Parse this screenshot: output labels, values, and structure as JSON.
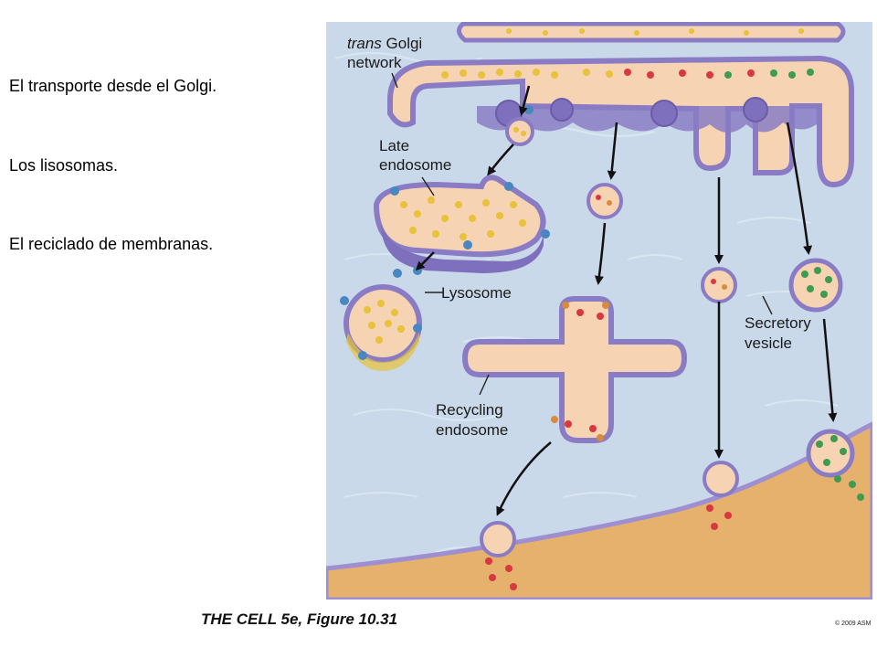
{
  "slide": {
    "bullets": [
      "El transporte desde el Golgi.",
      "Los lisosomas.",
      "El reciclado de membranas."
    ]
  },
  "figure": {
    "labels": {
      "tgn_italic": "trans",
      "tgn_line1_rest": " Golgi",
      "tgn_line2": "network",
      "late_line1": "Late",
      "late_line2": "endosome",
      "lysosome": "Lysosome",
      "secretory_line1": "Secretory",
      "secretory_line2": "vesicle",
      "recycling_line1": "Recycling",
      "recycling_line2": "endosome"
    },
    "caption": "THE CELL 5e, Figure 10.31",
    "copyright": "© 2009 ASM"
  },
  "colors": {
    "cytoplasm": "#c9d9ea",
    "membrane": "#8a7cc4",
    "lumen": "#f6d3b2",
    "cell_exterior": "#e6b16c",
    "cargo_yellow": "#e7c23a",
    "cargo_red": "#d8383f",
    "cargo_green": "#3f9a52",
    "receptor_blue": "#4a86c0",
    "receptor_orange": "#d98a3b"
  }
}
